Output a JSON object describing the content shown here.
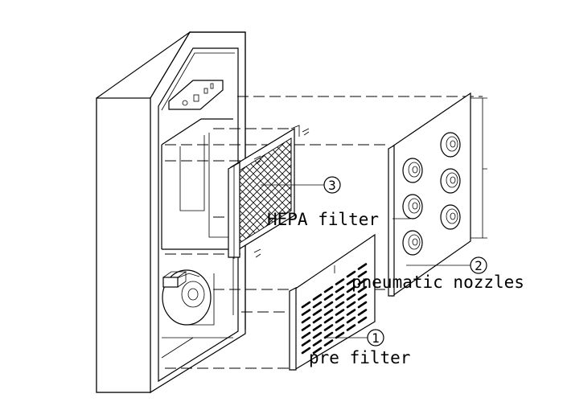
{
  "labels": {
    "hepa": "HEPA filter",
    "nozzles": "pneumatic nozzles",
    "pre": "pre filter"
  },
  "callouts": {
    "one": "1",
    "two": "2",
    "three": "3"
  }
}
